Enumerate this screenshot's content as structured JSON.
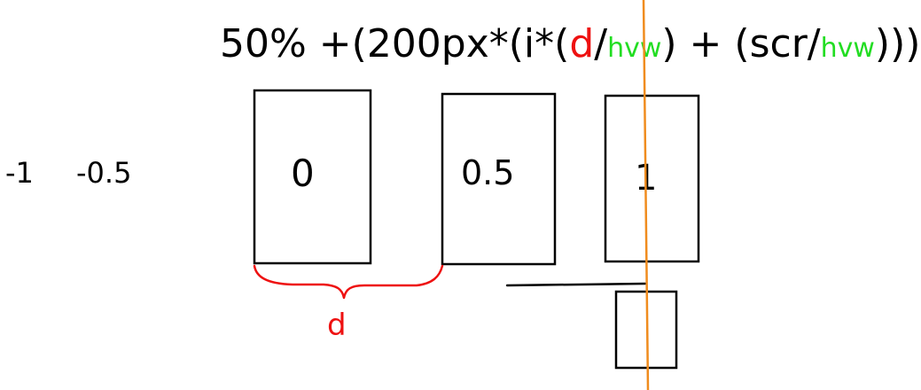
{
  "formula": {
    "prefix": "50% +(200px*(i*(",
    "d": "d",
    "slash1": "/",
    "hvw1": "hvw",
    "middle": ") + (scr/",
    "hvw2": "hvw",
    "suffix": ")))"
  },
  "axis_labels": {
    "neg_one": "-1",
    "neg_half": "-0.5"
  },
  "boxes": {
    "zero": "0",
    "half": "0.5",
    "one": "1"
  },
  "brace_label": "d",
  "colors": {
    "ink": "#000000",
    "d_red": "#ee1111",
    "hvw_green": "#22dd22",
    "center_line": "#f08c1e"
  }
}
